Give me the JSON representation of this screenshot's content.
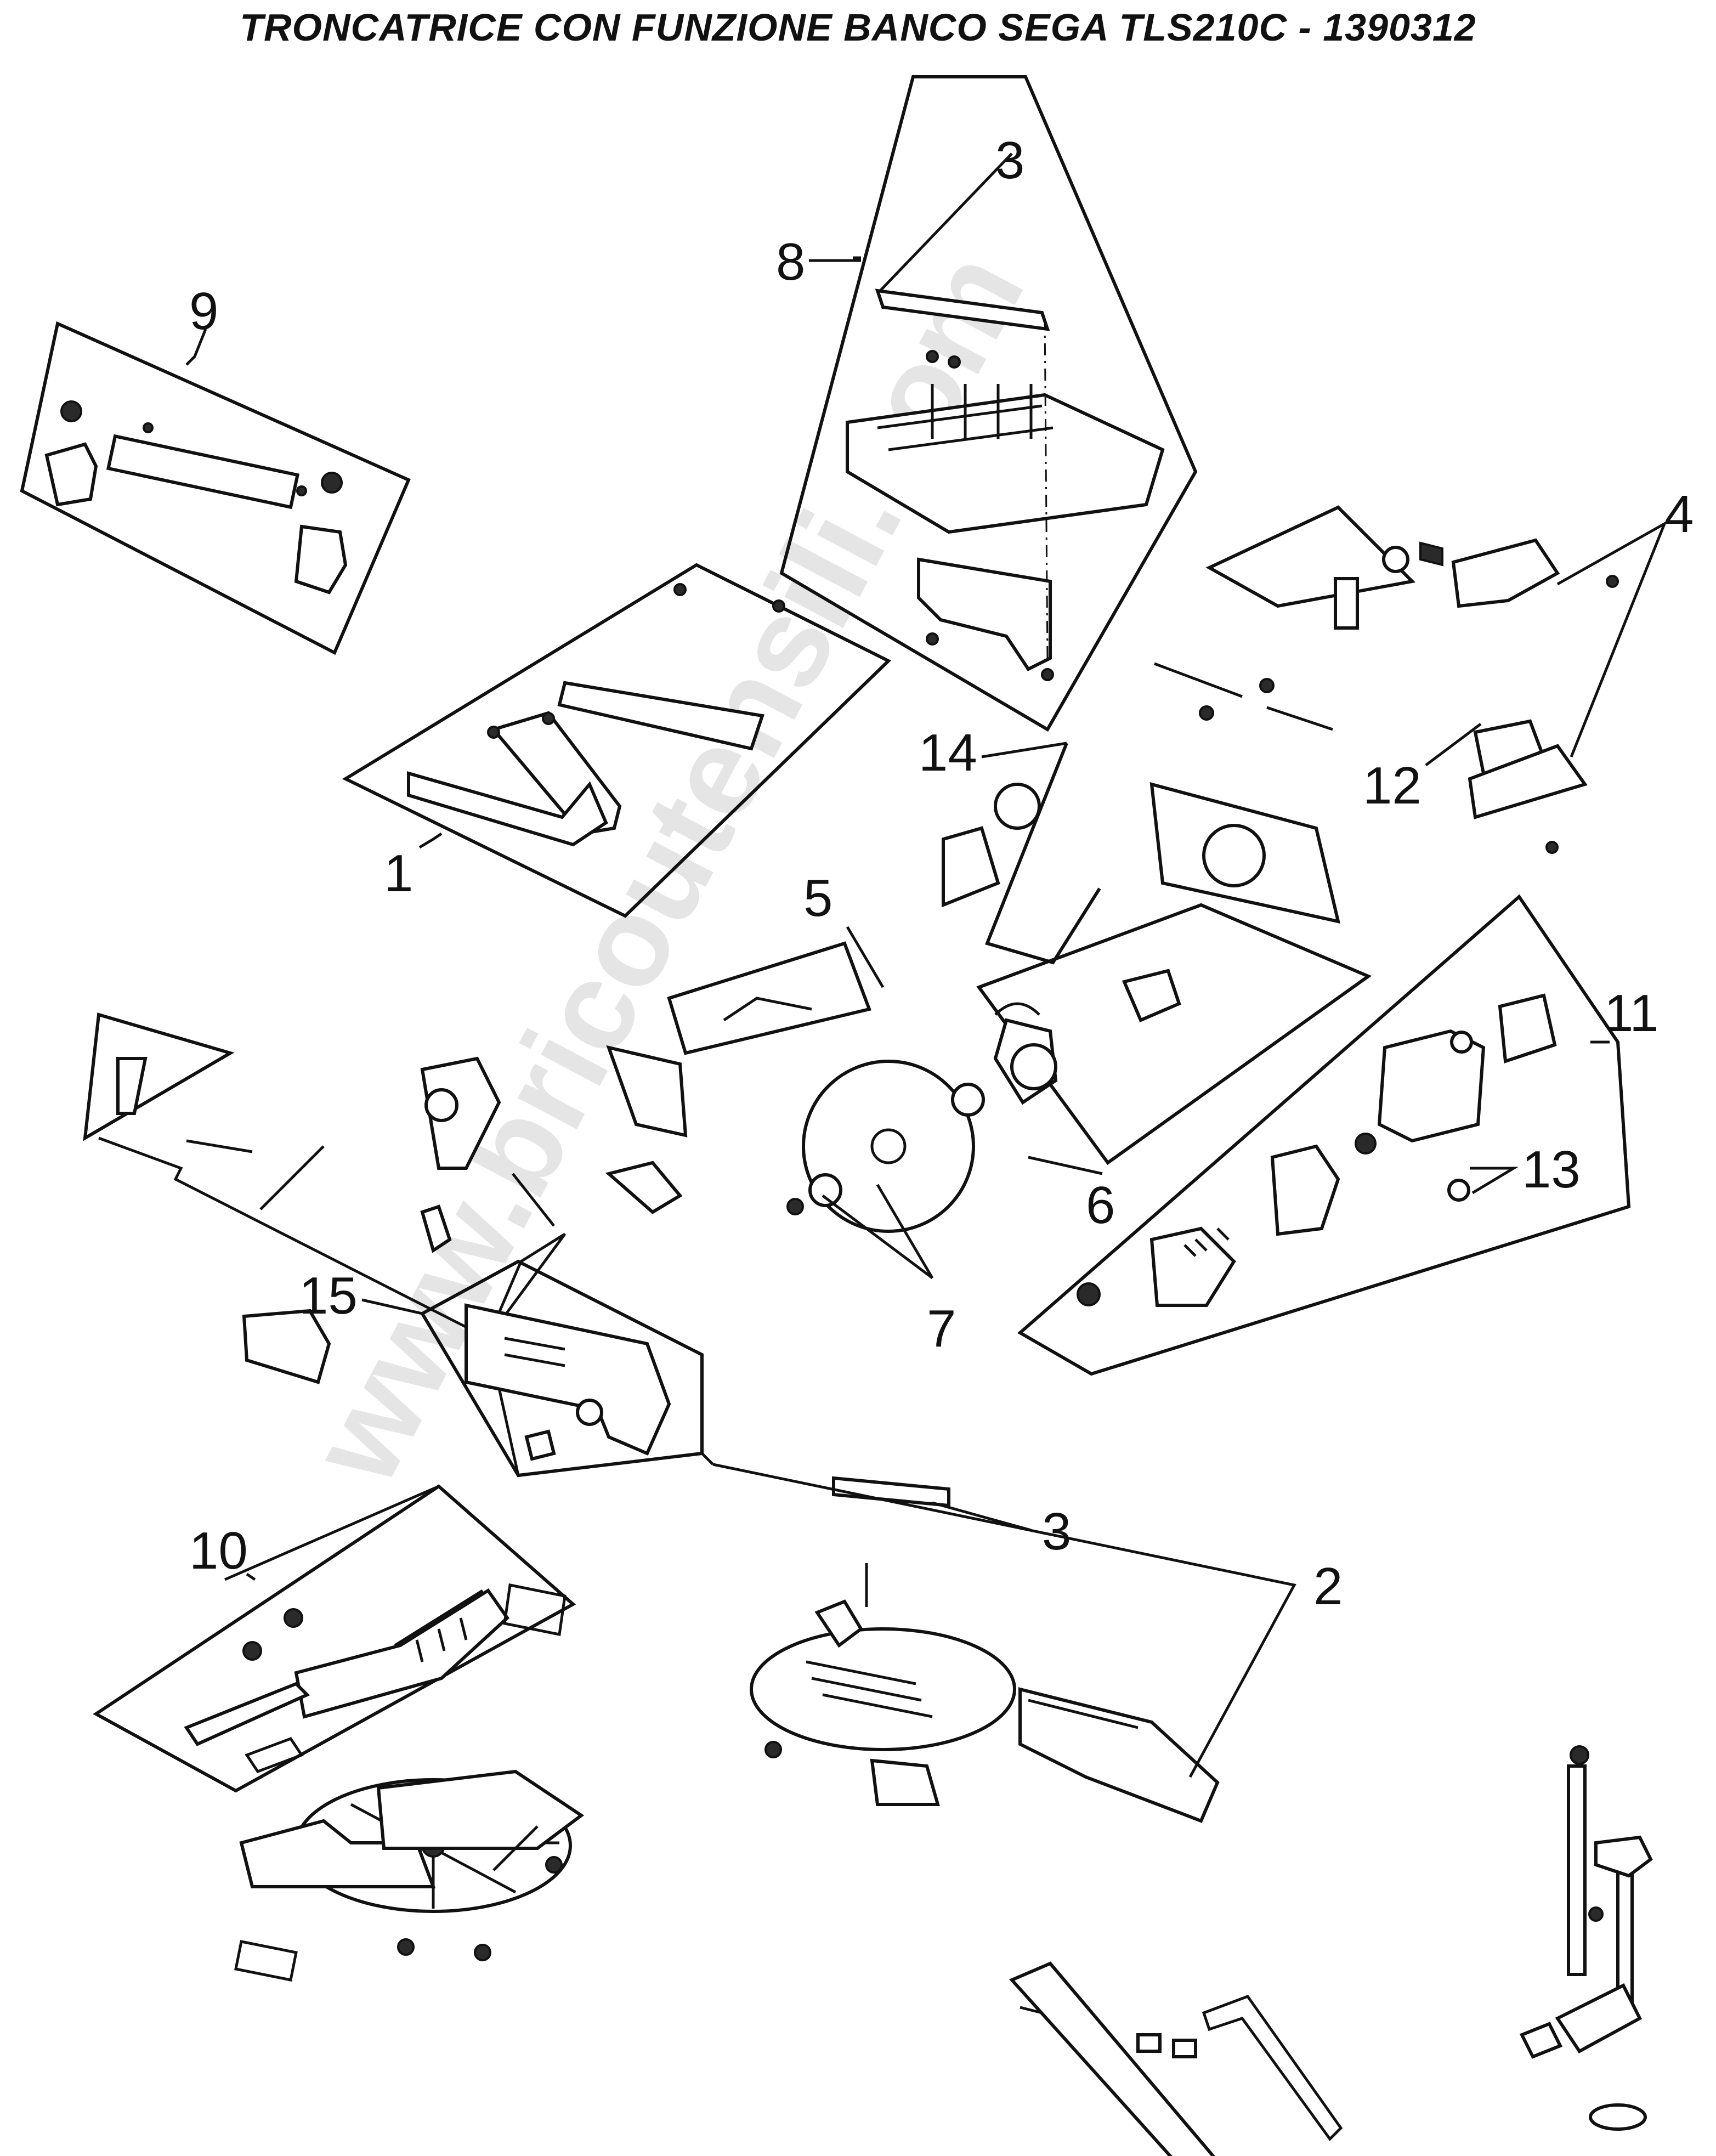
{
  "title": "TRONCATRICE CON FUNZIONE BANCO SEGA TLS210C - 1390312",
  "watermark": "www.bricoutensili.com",
  "callouts": {
    "c1": "1",
    "c2": "2",
    "c3a": "3",
    "c3b": "3",
    "c4": "4",
    "c5": "5",
    "c6": "6",
    "c7": "7",
    "c8": "8",
    "c9": "9",
    "c10": "10",
    "c11": "11",
    "c12": "12",
    "c13": "13",
    "c14": "14",
    "c15": "15"
  },
  "colors": {
    "ink": "#111111",
    "paper": "#ffffff",
    "watermark": "#cfcfcf"
  }
}
